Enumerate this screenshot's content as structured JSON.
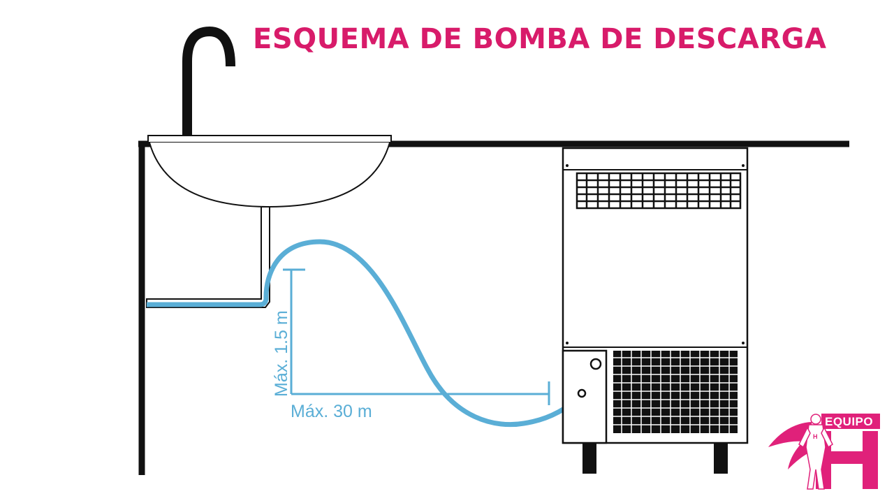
{
  "title": "ESQUEMA DE BOMBA DE DESCARGA",
  "dimensions": {
    "vertical_label": "Máx. 1.5 m",
    "horizontal_label": "Máx. 30 m"
  },
  "logo": {
    "text": "EQUIPO"
  },
  "colors": {
    "title": "#d81b6a",
    "hose": "#5aaed6",
    "dimension": "#5aaed6",
    "lines": "#111111",
    "logo": "#e0217a"
  }
}
